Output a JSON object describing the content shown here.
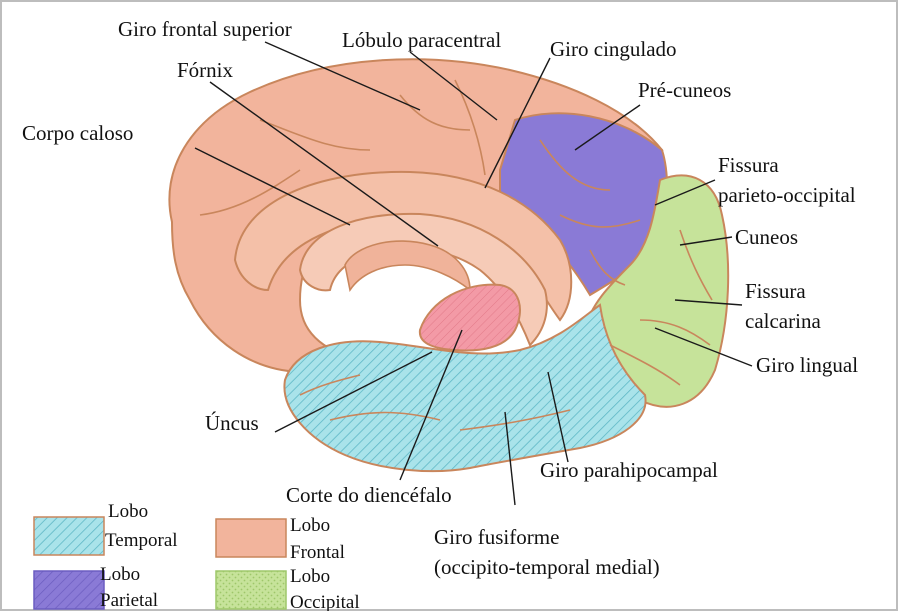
{
  "colors": {
    "frontal": "#f2b49c",
    "parietal": "#8a7ad6",
    "occipital": "#c6e39a",
    "temporal": "#a9e3ea",
    "diencephalon": "#f39aa6",
    "outline": "#c9865c",
    "leader": "#1a1a1a"
  },
  "labels": {
    "giro_frontal_superior": "Giro frontal superior",
    "lobulo_paracentral": "Lóbulo paracentral",
    "giro_cingulado": "Giro cingulado",
    "fornix": "Fórnix",
    "pre_cuneos": "Pré-cuneos",
    "corpo_caloso": "Corpo caloso",
    "fissura_po_1": "Fissura",
    "fissura_po_2": "parieto-occipital",
    "cuneos": "Cuneos",
    "fissura_calc_1": "Fissura",
    "fissura_calc_2": "calcarina",
    "giro_lingual": "Giro lingual",
    "uncus": "Úncus",
    "giro_parahipocampal": "Giro parahipocampal",
    "corte_diencefalo": "Corte do diencéfalo",
    "giro_fusiforme_1": "Giro fusiforme",
    "giro_fusiforme_2": "(occipito-temporal medial)"
  },
  "legend": {
    "temporal_1": "Lobo",
    "temporal_2": "Temporal",
    "frontal_1": "Lobo",
    "frontal_2": "Frontal",
    "parietal_1": "Lobo",
    "parietal_2": "Parietal",
    "occipital_1": "Lobo",
    "occipital_2": "Occipital"
  }
}
